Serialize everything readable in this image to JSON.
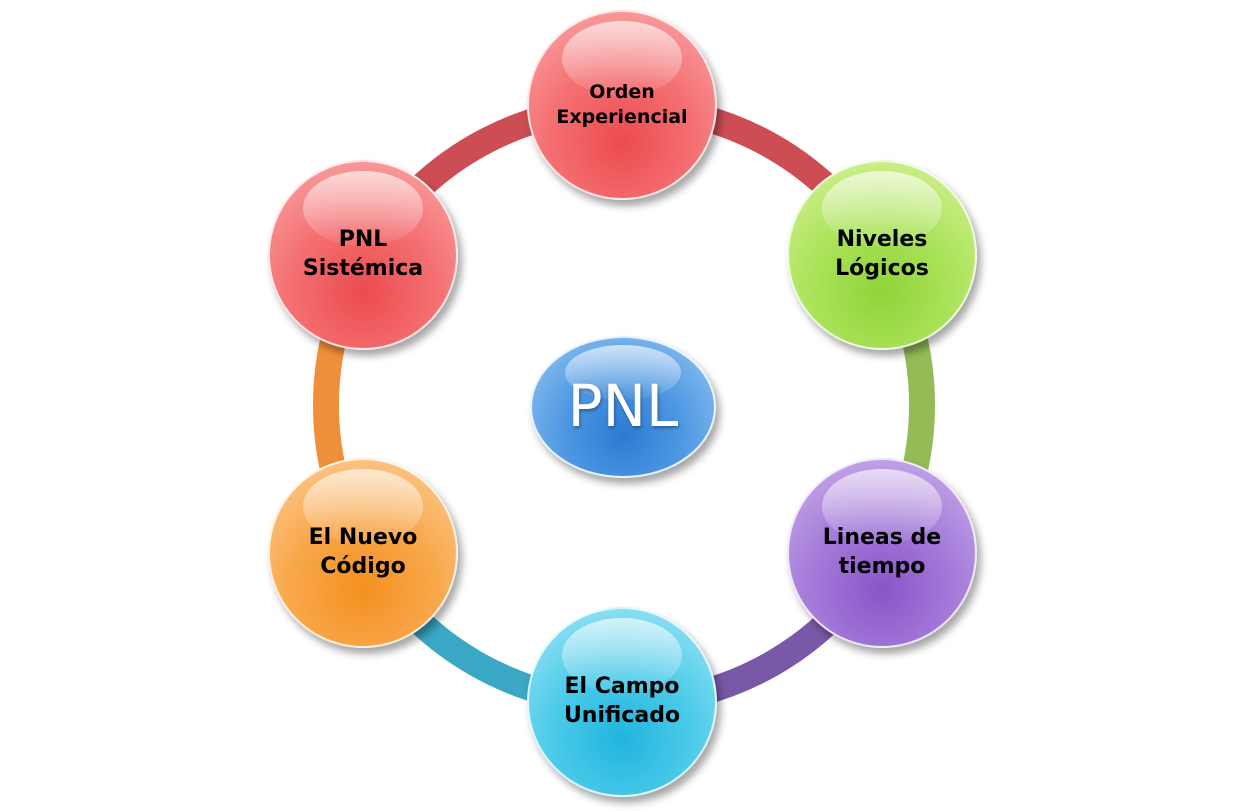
{
  "center": {
    "label": "PNL",
    "color": "#3f88dc"
  },
  "nodes": [
    {
      "label": "Orden\nExperiencial",
      "color": "#ef5a5d",
      "connector_color": "#cc4e54"
    },
    {
      "label": "Niveles\nLógicos",
      "color": "#9cdb48",
      "connector_color": "#93bb56"
    },
    {
      "label": "Lineas de\ntiempo",
      "color": "#9264cf",
      "connector_color": "#7a58a8"
    },
    {
      "label": "El Campo\nUnificado",
      "color": "#35bfe3",
      "connector_color": "#3aa7c4"
    },
    {
      "label": "El Nuevo\nCódigo",
      "color": "#f69a36",
      "connector_color": "#ef8f3a"
    },
    {
      "label": "PNL\nSistémica",
      "color": "#ef5a5d",
      "connector_color": "#cc4e54"
    }
  ]
}
